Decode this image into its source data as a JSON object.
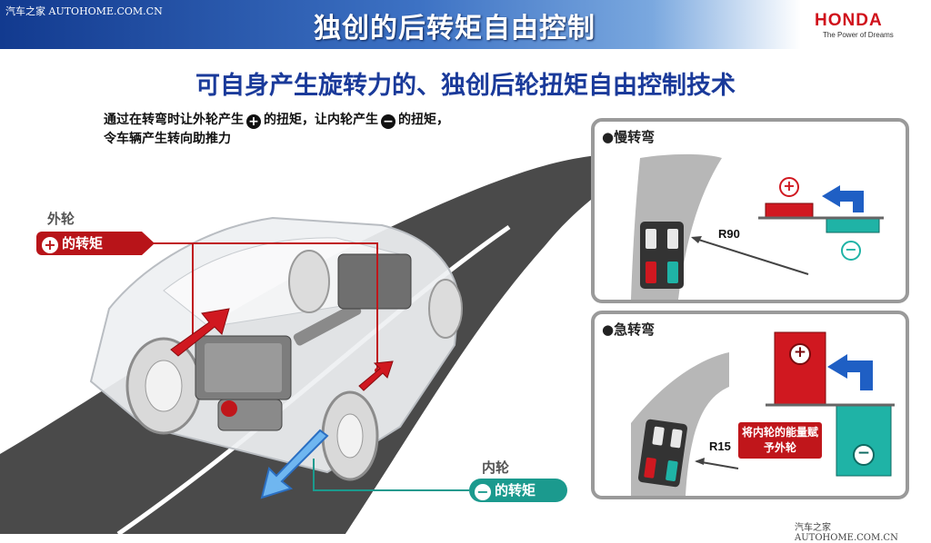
{
  "header": {
    "watermark": "汽车之家 AUTOHOME.COM.CN",
    "title": "独创的后转矩自由控制",
    "brand": "HONDA",
    "brand_tagline": "The Power of Dreams"
  },
  "subtitle": "可自身产生旋转力的、独创后轮扭矩自由控制技术",
  "description": {
    "part1": "通过在转弯时让外轮产生",
    "plus_symbol": "+",
    "part2": "的扭矩，让内轮产生",
    "minus_symbol": "−",
    "part3": "的扭矩，",
    "line2": "令车辆产生转向助推力"
  },
  "outer_wheel": {
    "label": "外轮",
    "torque_symbol": "+",
    "torque_label": "的转矩"
  },
  "inner_wheel": {
    "label": "内轮",
    "torque_symbol": "−",
    "torque_label": "的转矩"
  },
  "panels": {
    "slow_turn": {
      "title": "●慢转弯",
      "radius": "R90",
      "plus_symbol": "+",
      "minus_symbol": "−"
    },
    "sharp_turn": {
      "title": "●急转弯",
      "radius": "R15",
      "plus_symbol": "+",
      "minus_symbol": "−",
      "callout": "将内轮的能量赋予外轮"
    }
  },
  "footer_watermark": "汽车之家 AUTOHOME.COM.CN",
  "colors": {
    "brand_red": "#d0111b",
    "torque_red": "#b81419",
    "torque_teal": "#1b9a8e",
    "title_blue": "#1a3a9a",
    "arrow_blue": "#1f5fc4"
  }
}
